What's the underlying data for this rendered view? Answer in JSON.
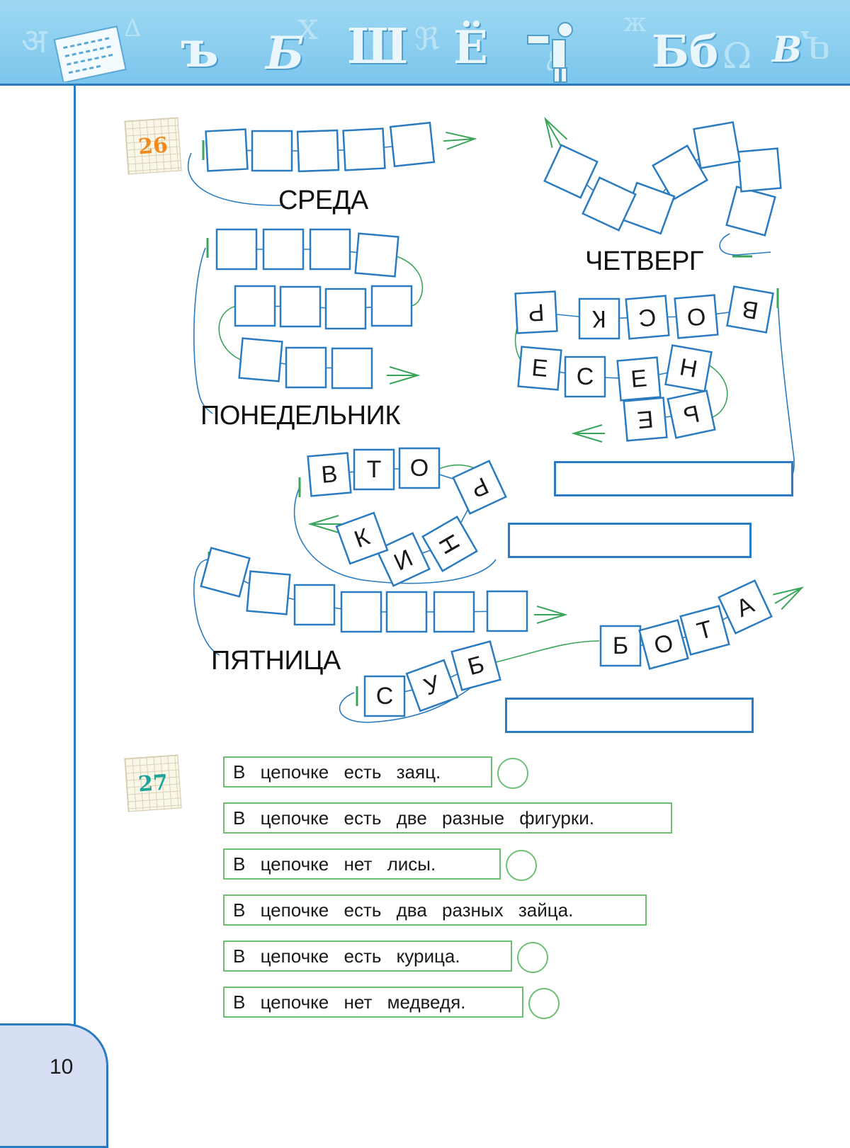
{
  "page": {
    "number": "10"
  },
  "banner": {
    "glyphs": [
      "ъ",
      "Б",
      "Ш",
      "Ё",
      "Бб",
      "В"
    ],
    "faint_glyphs": [
      "अ",
      "Δ",
      "x",
      "ℜ",
      "℘",
      "ж",
      "Ω",
      "Ⴆ"
    ]
  },
  "task26": {
    "number": "26",
    "labels": {
      "sreda": "СРЕДА",
      "chetverg": "ЧЕТВЕРГ",
      "ponedelnik": "ПОНЕДЕЛЬНИК",
      "pyatnitsa": "ПЯТНИЦА"
    },
    "sreda_tile_count": 5,
    "chetverg_tile_count": 7,
    "ponedelnik_tile_count": 11,
    "pyatnitsa_tile_count": 7,
    "voskresenie_letters": [
      "В",
      "О",
      "С",
      "К",
      "Р",
      "Е",
      "С",
      "Е",
      "Н",
      "Ь",
      "Е"
    ],
    "vtornik_letters": [
      "В",
      "Т",
      "О",
      "Р",
      "Н",
      "И",
      "К"
    ],
    "subbota_letters": [
      "С",
      "У",
      "Б",
      "Б",
      "О",
      "Т",
      "А"
    ]
  },
  "task27": {
    "number": "27",
    "statements": [
      {
        "text": "В цепочке есть заяц.",
        "has_circle": true
      },
      {
        "text": "В цепочке есть две разные фигурки.",
        "has_circle": false
      },
      {
        "text": "В цепочке нет лисы.",
        "has_circle": true
      },
      {
        "text": "В цепочке есть два разных зайца.",
        "has_circle": false
      },
      {
        "text": "В цепочке есть курица.",
        "has_circle": true
      },
      {
        "text": "В цепочке нет медведя.",
        "has_circle": true
      }
    ]
  },
  "colors": {
    "banner": "#86cdef",
    "line_blue": "#2a7bc0",
    "arrow_green": "#3aa55a",
    "badge_26": "#f08a1d",
    "badge_27": "#1ca39a",
    "page_tab": "#d6def4"
  }
}
